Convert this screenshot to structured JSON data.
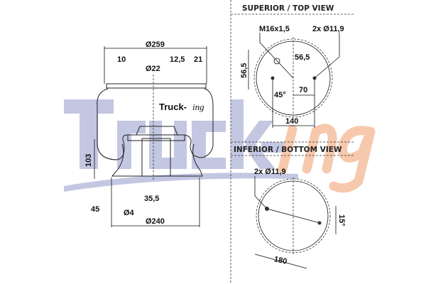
{
  "watermark": {
    "text_main": "Truck-",
    "text_script": "ing",
    "main_color": "#c3c7e2",
    "script_color": "#f6c9ad"
  },
  "logo": {
    "main": "Truck-",
    "script": "ing"
  },
  "side_view": {
    "dims": {
      "top_diameter": "Ø259",
      "d10": "10",
      "d12_5": "12,5",
      "d21": "21",
      "d22": "Ø22",
      "height": "103",
      "d45": "45",
      "d35_5": "35,5",
      "d4": "Ø4",
      "bottom_diameter": "Ø240"
    }
  },
  "top_view": {
    "title": "SUPERIOR / TOP VIEW",
    "thread": "M16x1,5",
    "holes": "2x Ø11,9",
    "d56_5_h": "56,5",
    "d56_5_v": "56,5",
    "angle": "45°",
    "d70": "70",
    "d140": "140"
  },
  "bottom_view": {
    "title": "INFERIOR / BOTTOM VIEW",
    "holes": "2x Ø11,9",
    "angle": "15°",
    "d180": "180"
  }
}
